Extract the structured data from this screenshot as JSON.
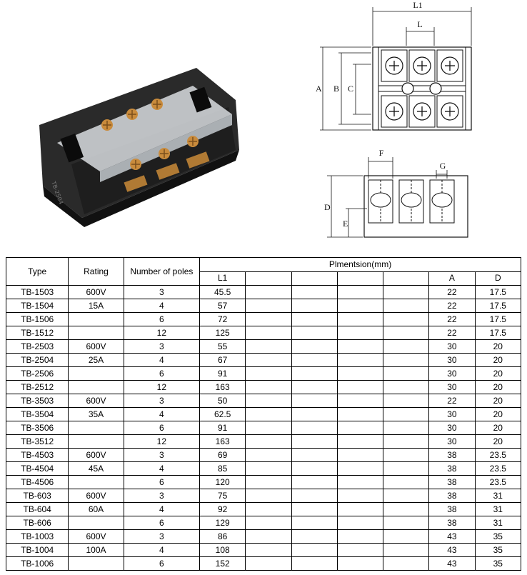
{
  "drawing_labels": {
    "L1": "L1",
    "L": "L",
    "A": "A",
    "B": "B",
    "C": "C",
    "D": "D",
    "E": "E",
    "F": "F",
    "G": "G"
  },
  "product_marking": "TB-2504",
  "table": {
    "headers": {
      "type": "Type",
      "rating": "Rating",
      "poles": "Number of poles",
      "dimension": "Plmentsion(mm)",
      "l1": "L1",
      "a": "A",
      "d": "D"
    },
    "rows": [
      {
        "type": "TB-1503",
        "rating": "600V",
        "poles": "3",
        "l1": "45.5",
        "a": "22",
        "d": "17.5"
      },
      {
        "type": "TB-1504",
        "rating": "15A",
        "poles": "4",
        "l1": "57",
        "a": "22",
        "d": "17.5"
      },
      {
        "type": "TB-1506",
        "rating": "",
        "poles": "6",
        "l1": "72",
        "a": "22",
        "d": "17.5"
      },
      {
        "type": "TB-1512",
        "rating": "",
        "poles": "12",
        "l1": "125",
        "a": "22",
        "d": "17.5"
      },
      {
        "type": "TB-2503",
        "rating": "600V",
        "poles": "3",
        "l1": "55",
        "a": "30",
        "d": "20"
      },
      {
        "type": "TB-2504",
        "rating": "25A",
        "poles": "4",
        "l1": "67",
        "a": "30",
        "d": "20"
      },
      {
        "type": "TB-2506",
        "rating": "",
        "poles": "6",
        "l1": "91",
        "a": "30",
        "d": "20"
      },
      {
        "type": "TB-2512",
        "rating": "",
        "poles": "12",
        "l1": "163",
        "a": "30",
        "d": "20"
      },
      {
        "type": "TB-3503",
        "rating": "600V",
        "poles": "3",
        "l1": "50",
        "a": "22",
        "d": "20"
      },
      {
        "type": "TB-3504",
        "rating": "35A",
        "poles": "4",
        "l1": "62.5",
        "a": "30",
        "d": "20"
      },
      {
        "type": "TB-3506",
        "rating": "",
        "poles": "6",
        "l1": "91",
        "a": "30",
        "d": "20"
      },
      {
        "type": "TB-3512",
        "rating": "",
        "poles": "12",
        "l1": "163",
        "a": "30",
        "d": "20"
      },
      {
        "type": "TB-4503",
        "rating": "600V",
        "poles": "3",
        "l1": "69",
        "a": "38",
        "d": "23.5"
      },
      {
        "type": "TB-4504",
        "rating": "45A",
        "poles": "4",
        "l1": "85",
        "a": "38",
        "d": "23.5"
      },
      {
        "type": "TB-4506",
        "rating": "",
        "poles": "6",
        "l1": "120",
        "a": "38",
        "d": "23.5"
      },
      {
        "type": "TB-603",
        "rating": "600V",
        "poles": "3",
        "l1": "75",
        "a": "38",
        "d": "31"
      },
      {
        "type": "TB-604",
        "rating": "60A",
        "poles": "4",
        "l1": "92",
        "a": "38",
        "d": "31"
      },
      {
        "type": "TB-606",
        "rating": "",
        "poles": "6",
        "l1": "129",
        "a": "38",
        "d": "31"
      },
      {
        "type": "TB-1003",
        "rating": "600V",
        "poles": "3",
        "l1": "86",
        "a": "43",
        "d": "35"
      },
      {
        "type": "TB-1004",
        "rating": "100A",
        "poles": "4",
        "l1": "108",
        "a": "43",
        "d": "35"
      },
      {
        "type": "TB-1006",
        "rating": "",
        "poles": "6",
        "l1": "152",
        "a": "43",
        "d": "35"
      }
    ]
  }
}
